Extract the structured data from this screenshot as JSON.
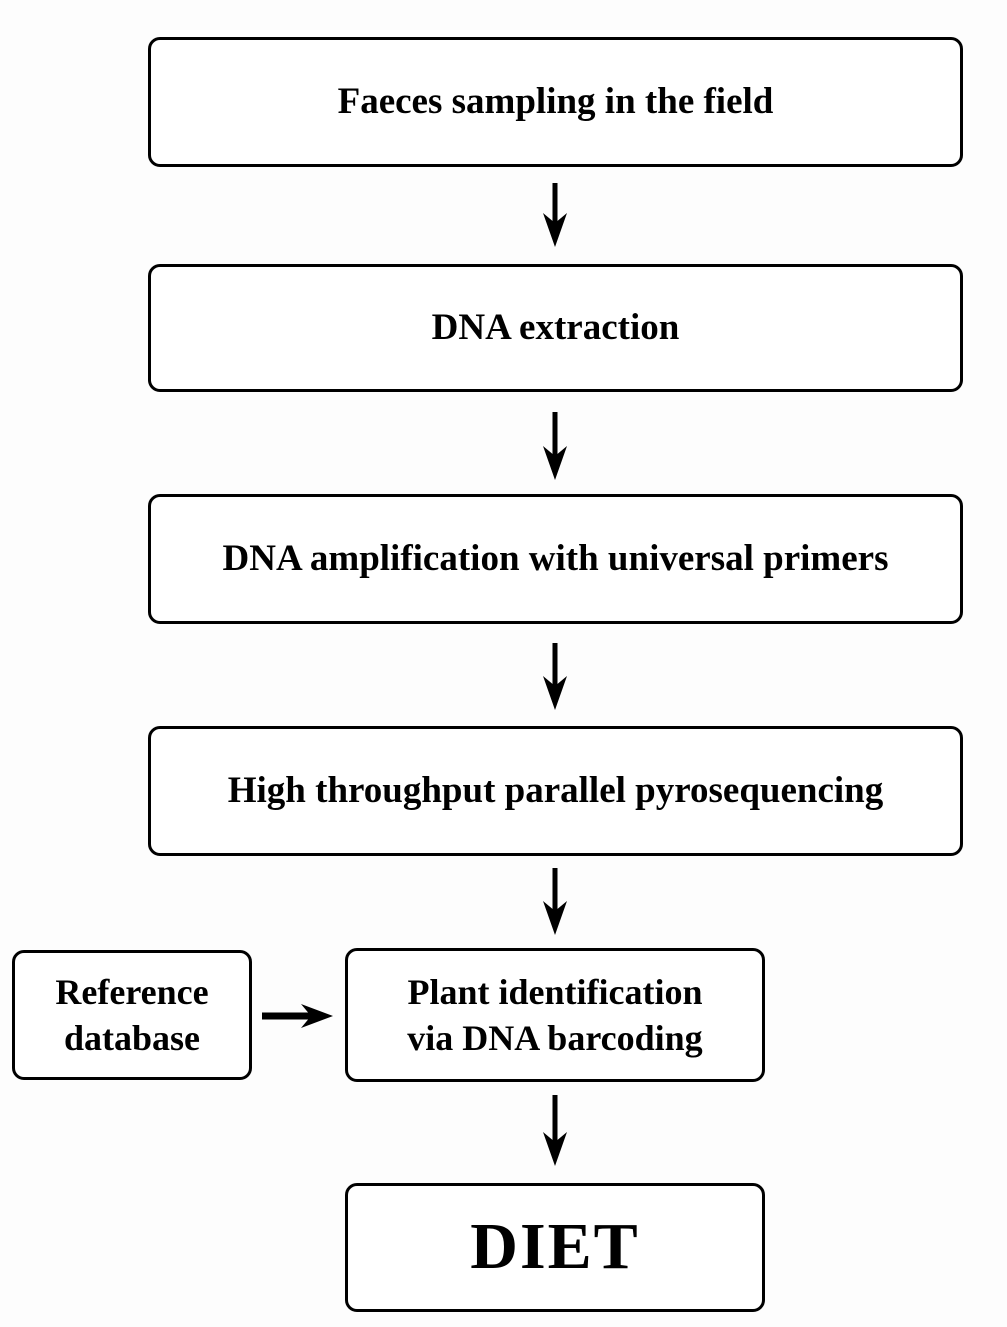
{
  "diagram": {
    "type": "flowchart",
    "background_color": "#ffffff",
    "box_border_color": "#000000",
    "text_color": "#000000",
    "nodes": {
      "faeces_sampling": {
        "label": "Faeces sampling in the field"
      },
      "dna_extraction": {
        "label": "DNA extraction"
      },
      "dna_amplification": {
        "label": "DNA amplification with universal primers"
      },
      "pyrosequencing": {
        "label": "High throughput parallel pyrosequencing"
      },
      "reference_database": {
        "line1": "Reference",
        "line2": "database"
      },
      "plant_identification": {
        "line1": "Plant identification",
        "line2": "via DNA barcoding"
      },
      "diet": {
        "label": "DIET"
      }
    },
    "edges": [
      {
        "from": "faeces_sampling",
        "to": "dna_extraction",
        "direction": "down"
      },
      {
        "from": "dna_extraction",
        "to": "dna_amplification",
        "direction": "down"
      },
      {
        "from": "dna_amplification",
        "to": "pyrosequencing",
        "direction": "down"
      },
      {
        "from": "pyrosequencing",
        "to": "plant_identification",
        "direction": "down"
      },
      {
        "from": "reference_database",
        "to": "plant_identification",
        "direction": "right"
      },
      {
        "from": "plant_identification",
        "to": "diet",
        "direction": "down"
      }
    ]
  }
}
